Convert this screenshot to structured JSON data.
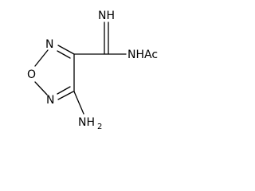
{
  "molecule": {
    "atoms": {
      "imine_nh": "NH",
      "ring_n_top": "N",
      "ring_o": "O",
      "ring_n_bottom": "N",
      "nhac": "NHAc",
      "amino_nh": "NH",
      "amino_subscript": "2"
    }
  }
}
